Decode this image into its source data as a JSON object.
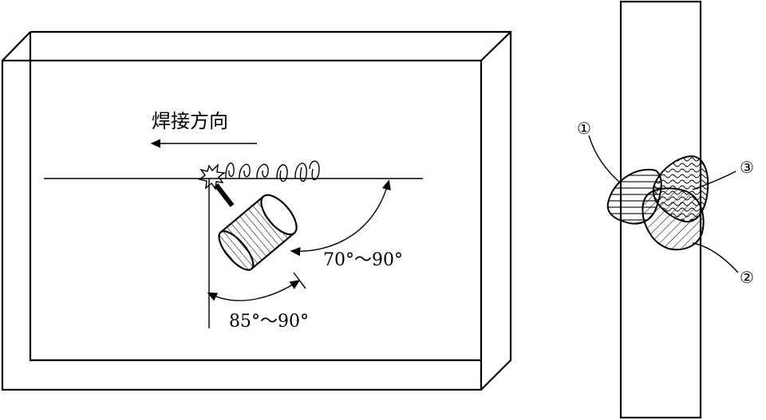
{
  "welding_direction_label": "焊接方向",
  "angle_work": "70°～90°",
  "angle_travel": "85°～90°",
  "bead_labels": [
    "①",
    "②",
    "③"
  ]
}
